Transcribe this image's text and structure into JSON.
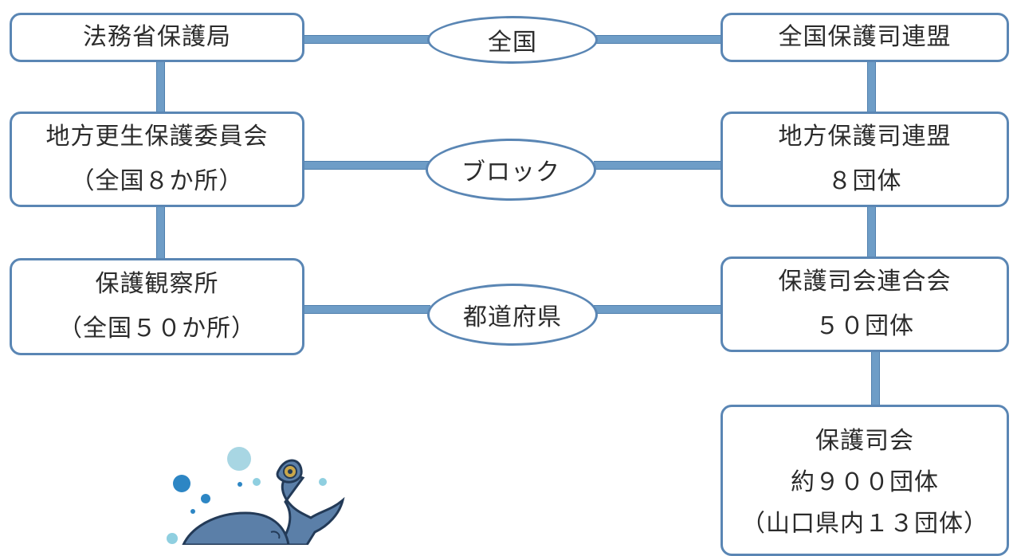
{
  "left": {
    "box1": {
      "line1": "法務省保護局"
    },
    "box2": {
      "line1": "地方更生保護委員会",
      "line2": "（全国８か所）"
    },
    "box3": {
      "line1": "保護観察所",
      "line2": "（全国５０か所）"
    }
  },
  "middle": {
    "level1": "全国",
    "level2": "ブロック",
    "level3": "都道府県"
  },
  "right": {
    "box1": {
      "line1": "全国保護司連盟"
    },
    "box2": {
      "line1": "地方保護司連盟",
      "line2": "８団体"
    },
    "box3": {
      "line1": "保護司会連合会",
      "line2": "５０団体"
    },
    "box4": {
      "line1": "保護司会",
      "line2": "約９００団体",
      "line3": "（山口県内１３団体）"
    }
  },
  "colors": {
    "border": "#5a86b4",
    "connector": "#6e9dc7",
    "mascot_body": "#5b7fa8"
  },
  "mascot": {
    "icon": "whale-mascot-icon"
  }
}
